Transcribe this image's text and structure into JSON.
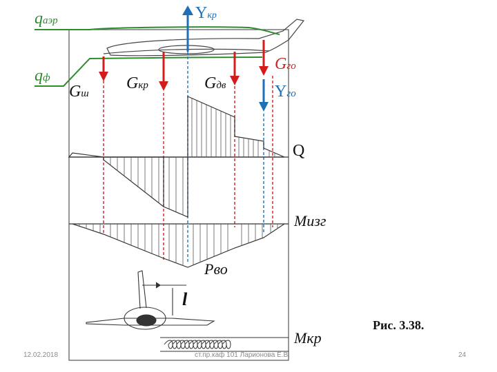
{
  "labels": {
    "q_aer": {
      "main": "q",
      "sub": "аэр"
    },
    "q_f": {
      "main": "q",
      "sub": "ф"
    },
    "y_kr": {
      "main": "Y",
      "sub": "кр"
    },
    "g_sh": {
      "main": "G",
      "sub": "ш"
    },
    "g_kr": {
      "main": "G",
      "sub": "кр"
    },
    "g_dv": {
      "main": "G",
      "sub": "дв"
    },
    "g_go": {
      "main": "G",
      "sub": "го"
    },
    "y_go": {
      "main": "Y",
      "sub": "го"
    },
    "q_shear": "Q",
    "m_izg": "Мизг",
    "p_vo": "Рво",
    "l_arm": "l",
    "m_kr": "Мкр"
  },
  "caption": "Рис. 3.38.",
  "footer": {
    "date": "12.02.2018",
    "author": "ст.пр.каф 101 Ларионова Е.В.",
    "page": "24"
  },
  "colors": {
    "red": "#d41c1c",
    "blue": "#1e6fb8",
    "green": "#2e8b2e",
    "ink": "#333333"
  }
}
